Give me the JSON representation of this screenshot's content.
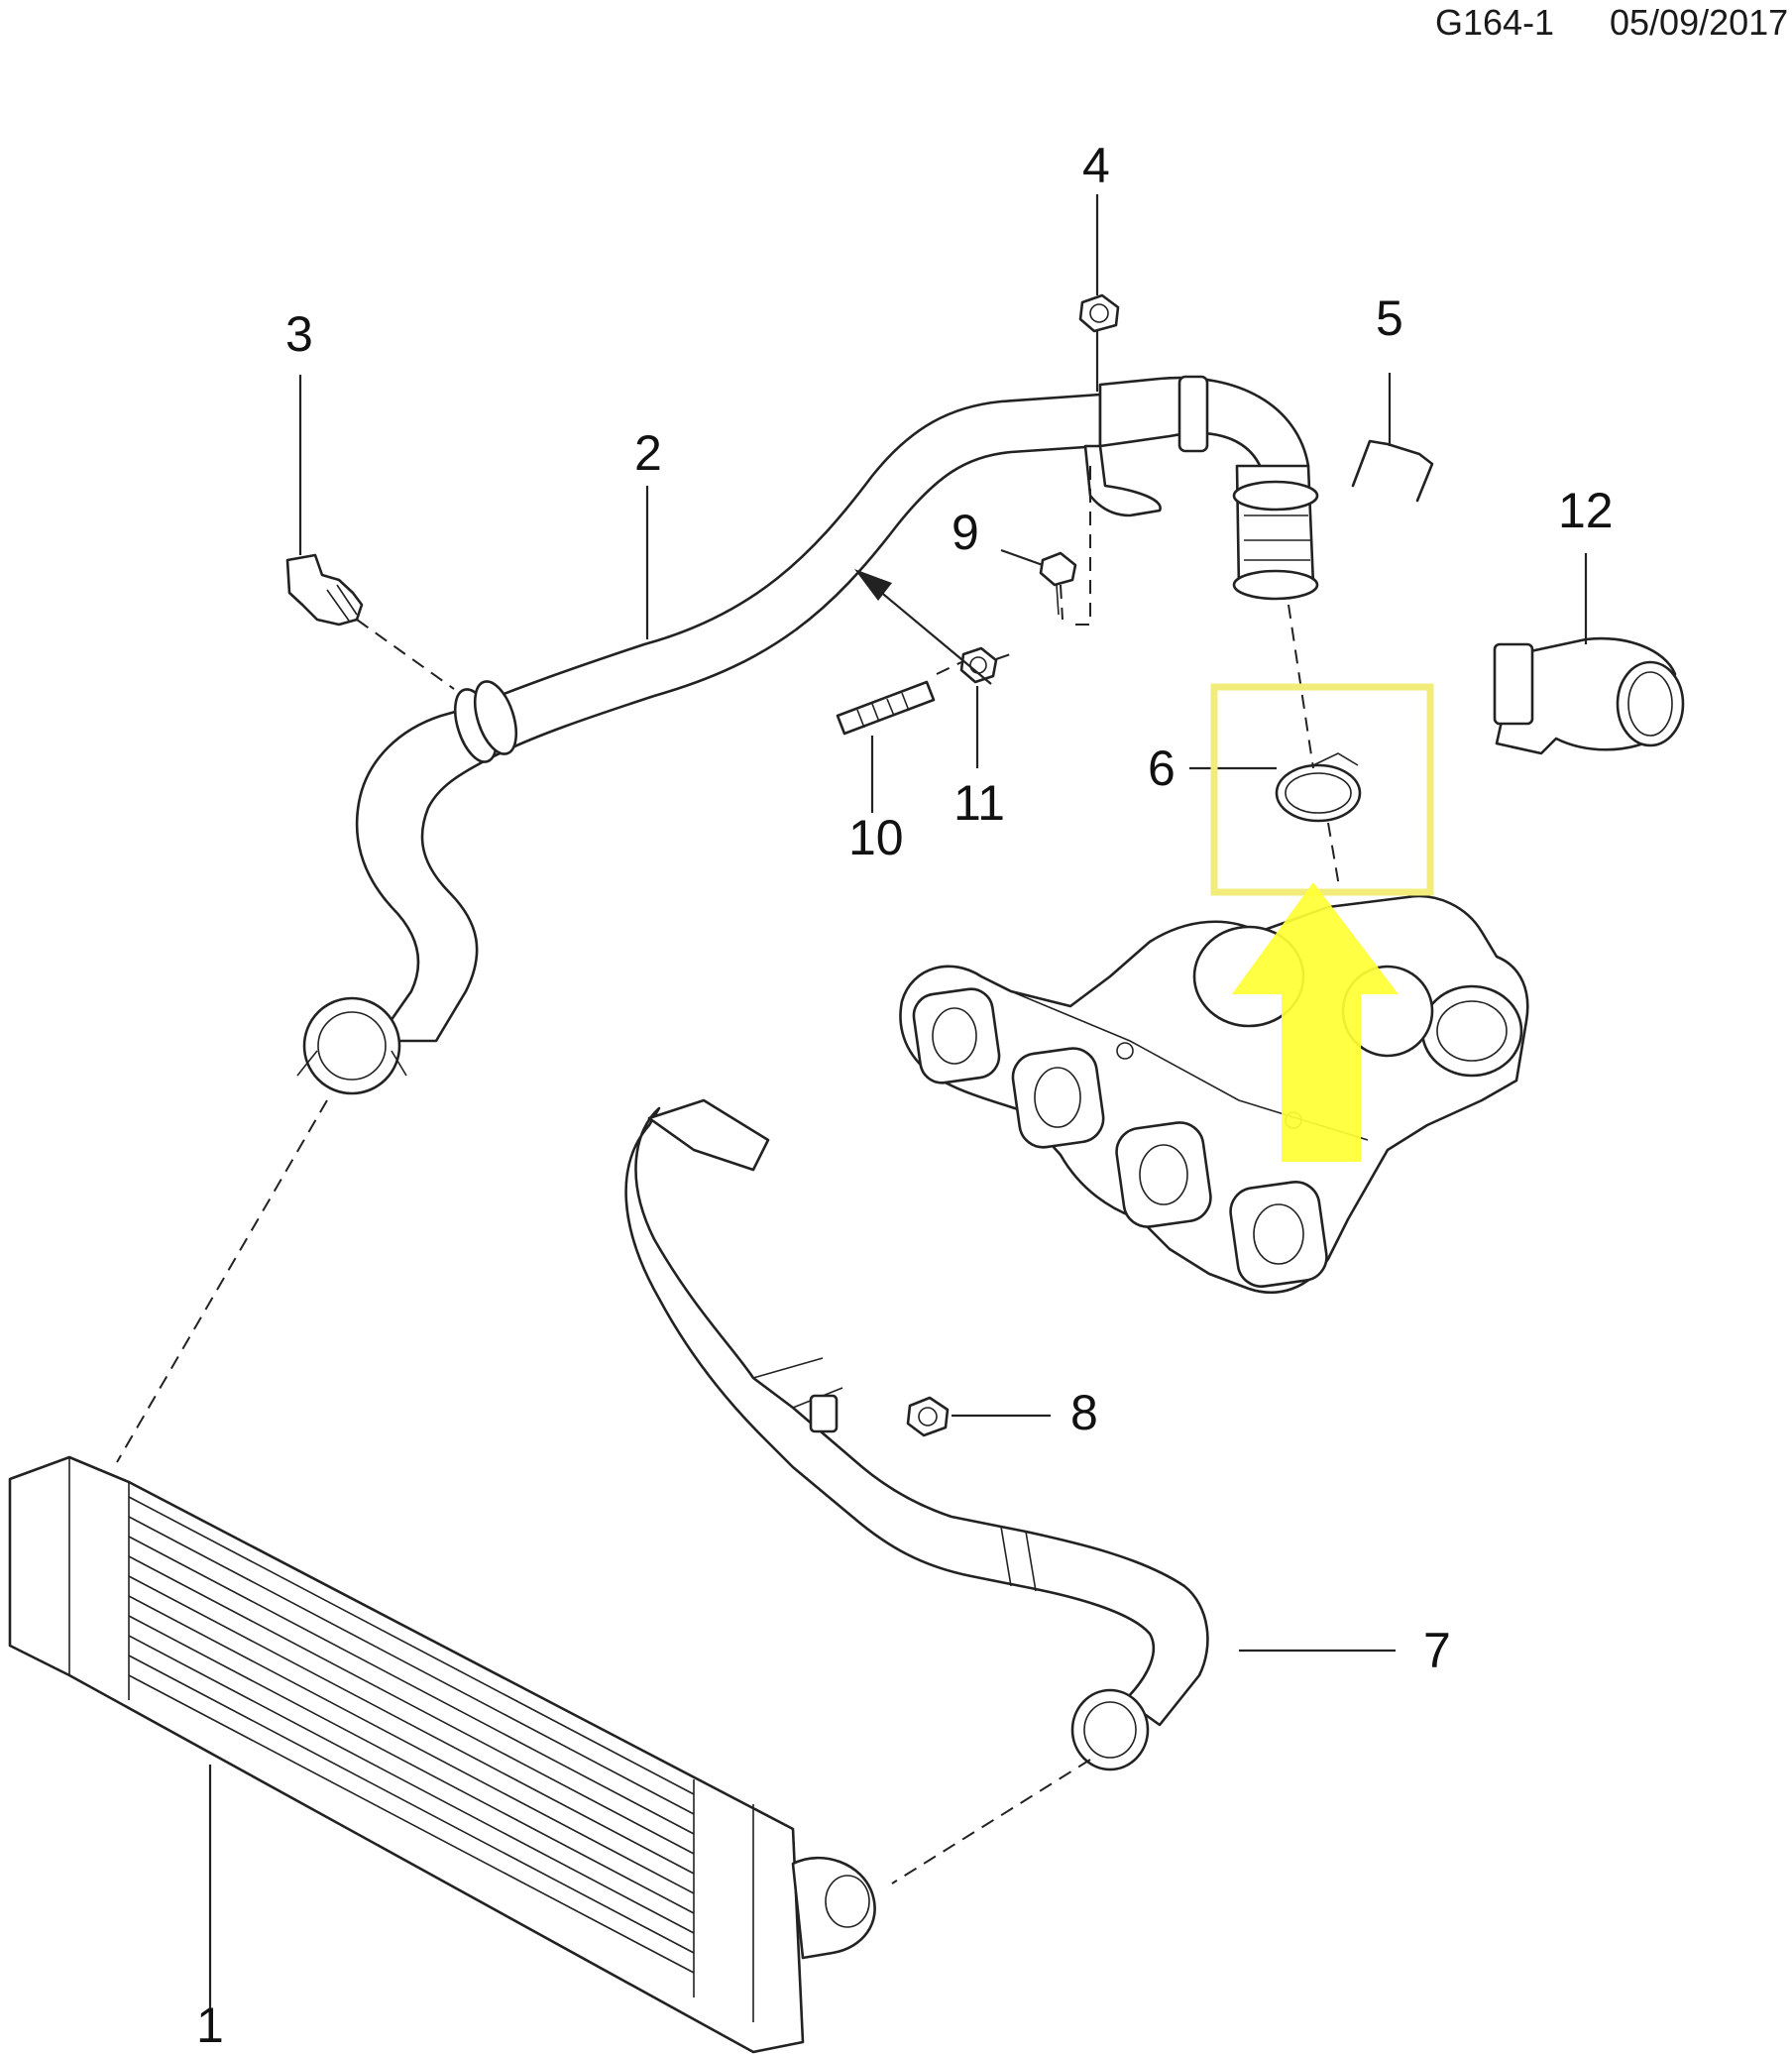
{
  "header": {
    "code": "G164-1",
    "date": "05/09/2017"
  },
  "callouts": [
    "1",
    "2",
    "3",
    "4",
    "5",
    "6",
    "7",
    "8",
    "9",
    "10",
    "11",
    "12"
  ],
  "colors": {
    "highlight": "#FFFF33",
    "highlight_box": "#F2EC7A",
    "line": "#222222"
  }
}
